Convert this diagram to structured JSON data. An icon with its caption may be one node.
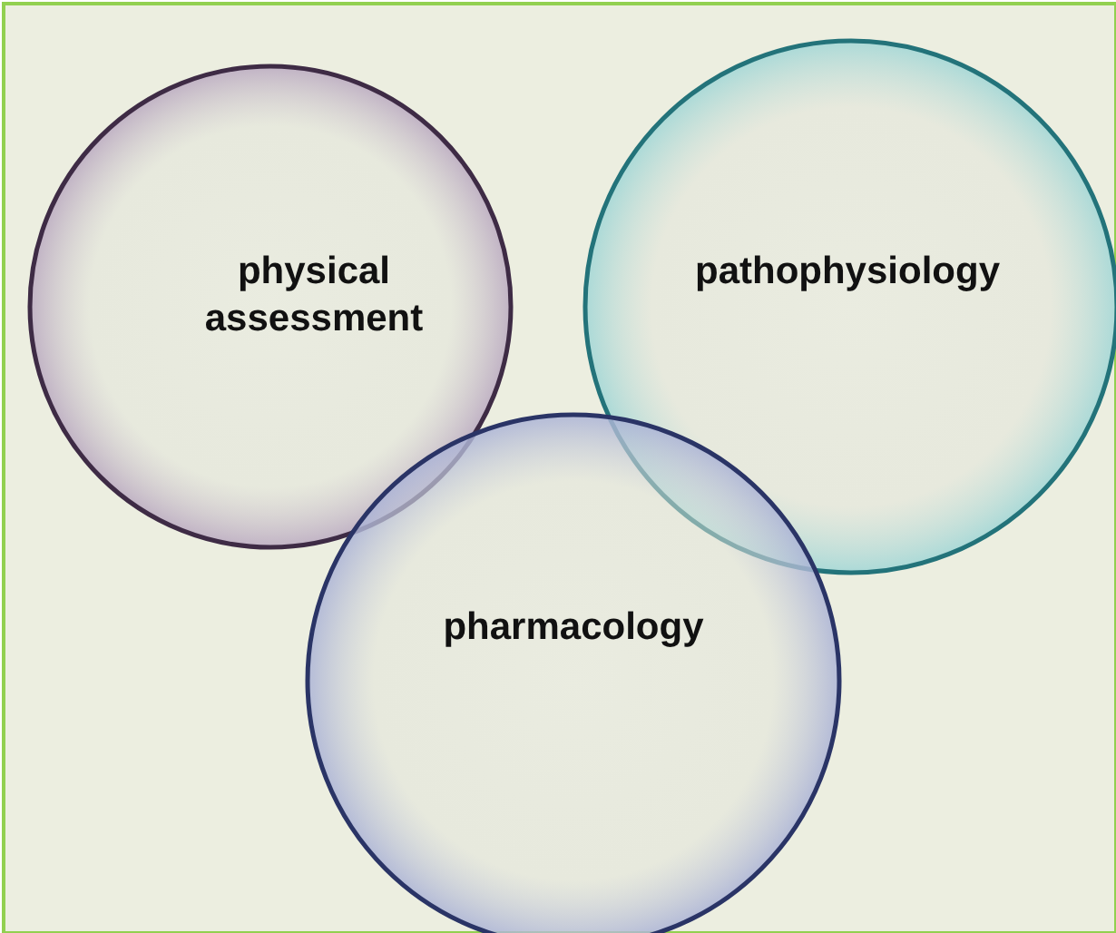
{
  "diagram": {
    "nodes": [
      {
        "text": [
          "physical assessment"
        ]
      },
      {
        "text": [
          "pathophysiology"
        ]
      },
      {
        "text": [
          "pharmacology"
        ]
      }
    ]
  }
}
